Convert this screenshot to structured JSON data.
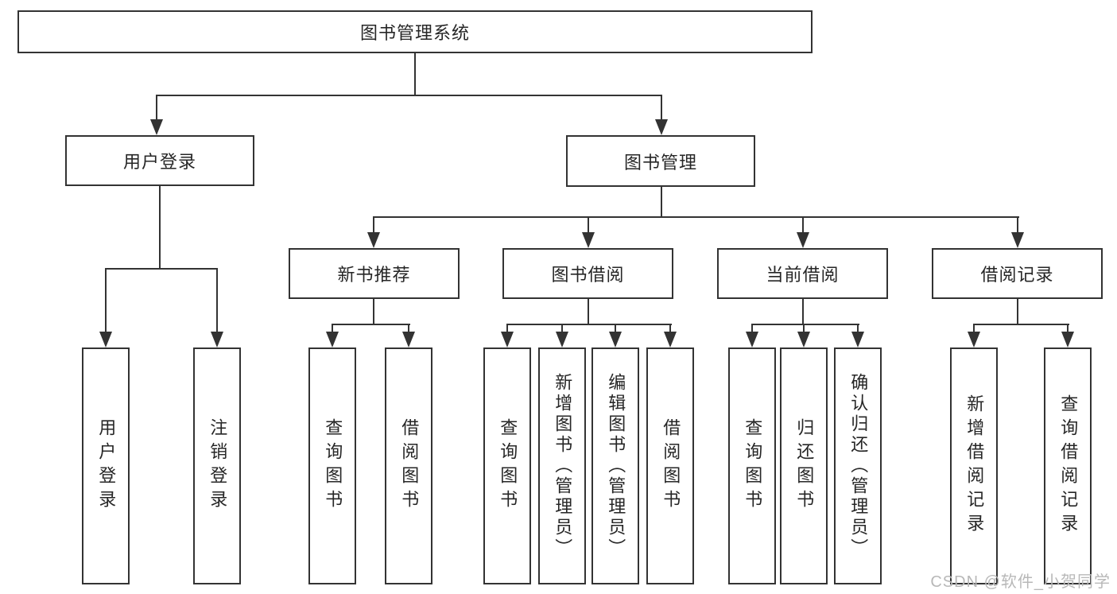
{
  "nodes": {
    "root": "图书管理系统",
    "l1": [
      "用户登录",
      "图书管理"
    ],
    "l2": [
      "新书推荐",
      "图书借阅",
      "当前借阅",
      "借阅记录"
    ],
    "user_children": [
      "用户登录",
      "注销登录"
    ],
    "recommend_children": [
      "查询图书",
      "借阅图书"
    ],
    "borrow_children": [
      "查询图书",
      "新增图书（管理员）",
      "编辑图书（管理员）",
      "借阅图书"
    ],
    "current_children": [
      "查询图书",
      "归还图书",
      "确认归还（管理员）"
    ],
    "record_children": [
      "新增借阅记录",
      "查询借阅记录"
    ]
  },
  "watermark": "CSDN @软件_小贺同学",
  "colors": {
    "line": "#333333",
    "text": "#262626",
    "watermark": "#b8b8b8",
    "background": "#ffffff"
  }
}
